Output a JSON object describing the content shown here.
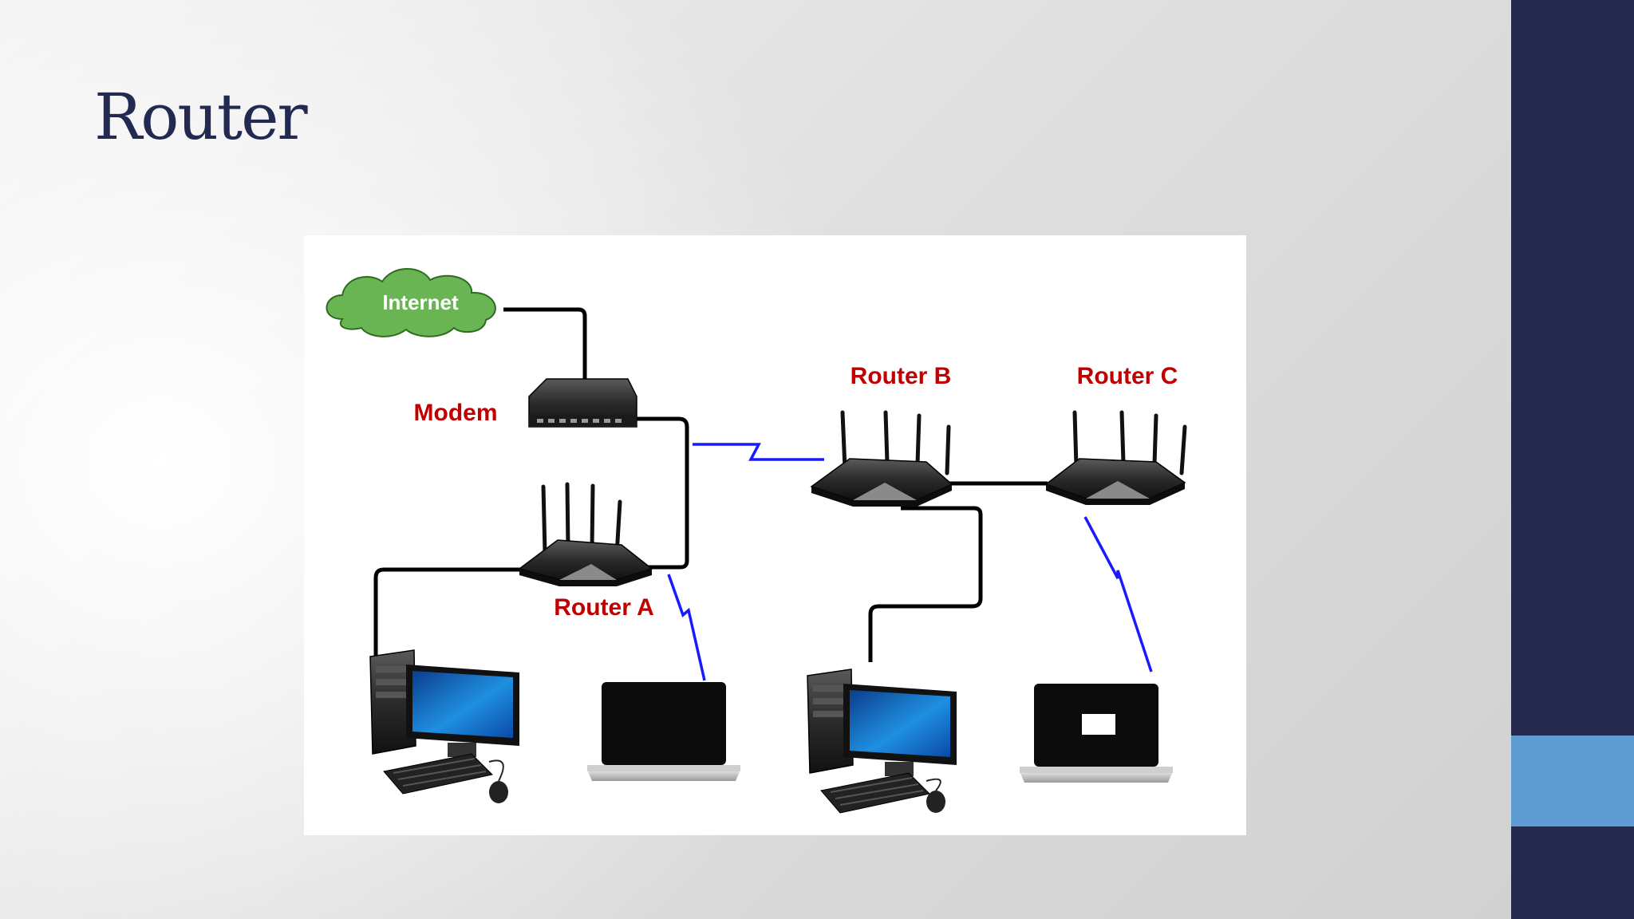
{
  "slide": {
    "title": "Router"
  },
  "diagram": {
    "nodes": {
      "internet": "Internet",
      "modem": "Modem",
      "router_a": "Router A",
      "router_b": "Router B",
      "router_c": "Router C"
    },
    "connections": [
      {
        "from": "internet",
        "to": "modem",
        "type": "wired"
      },
      {
        "from": "modem",
        "to": "router_a",
        "type": "wired"
      },
      {
        "from": "modem",
        "to": "router_b",
        "type": "wireless"
      },
      {
        "from": "router_b",
        "to": "router_c",
        "type": "wired"
      },
      {
        "from": "router_a",
        "to": "desktop_1",
        "type": "wired"
      },
      {
        "from": "router_a",
        "to": "laptop_1",
        "type": "wireless"
      },
      {
        "from": "router_b",
        "to": "desktop_2",
        "type": "wired"
      },
      {
        "from": "router_c",
        "to": "laptop_2",
        "type": "wireless"
      }
    ]
  },
  "colors": {
    "title": "#222a52",
    "sidebar": "#232a4e",
    "sidebar_accent": "#5e9bd2",
    "node_label": "#c00000",
    "cloud": "#6ab553",
    "wireless": "#1a1aff",
    "cable": "#000000"
  }
}
